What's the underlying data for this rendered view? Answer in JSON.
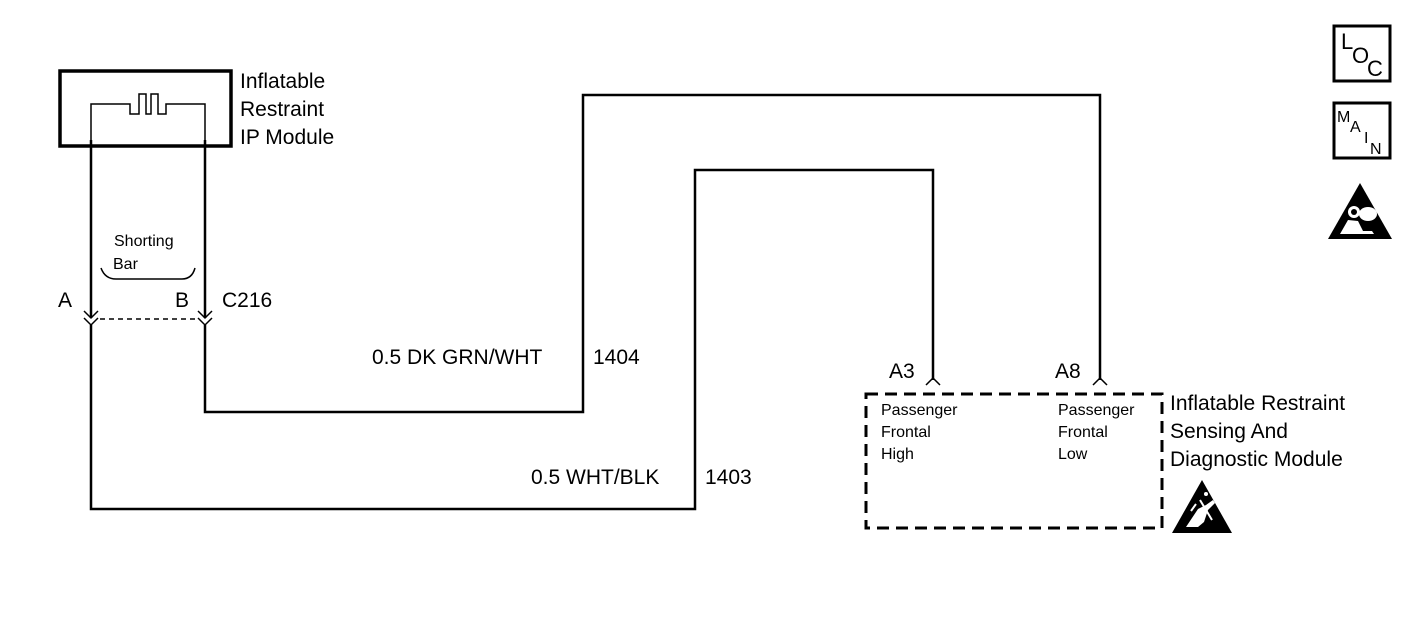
{
  "ip_module": {
    "label_lines": [
      "Inflatable",
      "Restraint",
      "IP Module"
    ]
  },
  "shorting_bar": {
    "label_lines": [
      "Shorting",
      "Bar"
    ]
  },
  "connector": {
    "name": "C216",
    "pin_a": "A",
    "pin_b": "B"
  },
  "wires": [
    {
      "gauge_color": "0.5 DK GRN/WHT",
      "circuit": "1404"
    },
    {
      "gauge_color": "0.5 WHT/BLK",
      "circuit": "1403"
    }
  ],
  "sdm": {
    "label_lines": [
      "Inflatable Restraint",
      "Sensing And",
      "Diagnostic Module"
    ],
    "pin_a3": "A3",
    "pin_a8": "A8",
    "a3_desc": [
      "Passenger",
      "Frontal",
      "High"
    ],
    "a8_desc": [
      "Passenger",
      "Frontal",
      "Low"
    ]
  },
  "nav": {
    "loc_letters": [
      "L",
      "O",
      "C"
    ],
    "main_letters": [
      "M",
      "A",
      "I",
      "N"
    ]
  },
  "icons": {
    "airbag": "airbag-warning-icon",
    "esd": "esd-sensitive-icon"
  }
}
